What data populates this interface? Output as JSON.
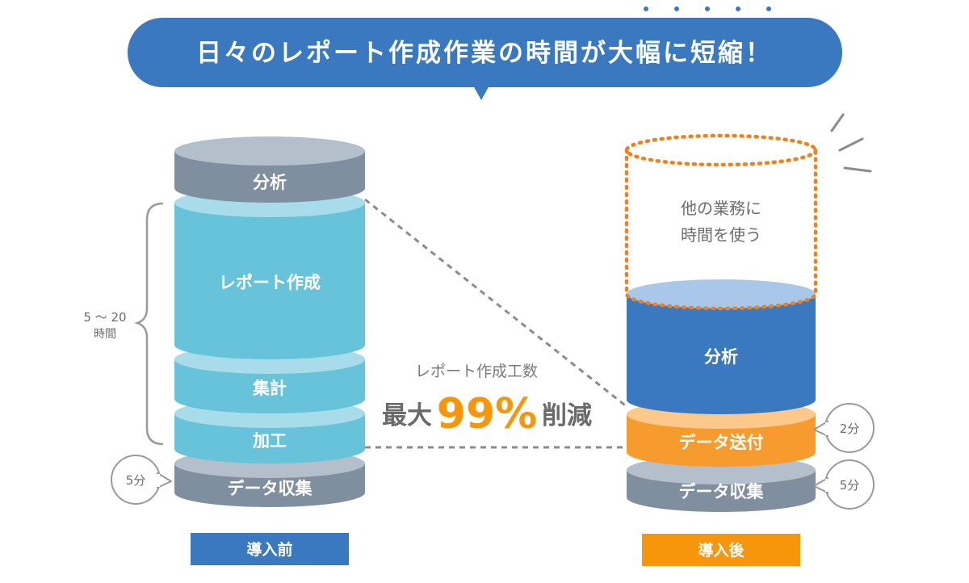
{
  "banner": {
    "title": "日々のレポート作成作業の時間が大幅に短縮！",
    "color": "#3a78bf"
  },
  "before": {
    "caption": "導入前",
    "caption_color": "#3a78bf",
    "layers": {
      "analysis": "分析",
      "report": "レポート作成",
      "aggregate": "集計",
      "process": "加工",
      "collect": "データ収集"
    },
    "bracket_label_top": "5 〜 20",
    "bracket_label_bottom": "時間",
    "collect_time": "5分"
  },
  "after": {
    "caption": "導入後",
    "caption_color": "#f7950b",
    "free_space": {
      "line1": "他の業務に",
      "line2": "時間を使う"
    },
    "layers": {
      "analysis": "分析",
      "send": "データ送付",
      "collect": "データ収集"
    },
    "send_time": "2分",
    "collect_time": "5分"
  },
  "reduction": {
    "label": "レポート作成工数",
    "prefix": "最大",
    "value": "99%",
    "suffix": "削減",
    "accent": "#f7950b"
  },
  "colors": {
    "gray": "#7f8fa0",
    "light_blue": "#66c3d9",
    "dark_blue": "#3a78bf",
    "orange": "#f79b2e"
  }
}
